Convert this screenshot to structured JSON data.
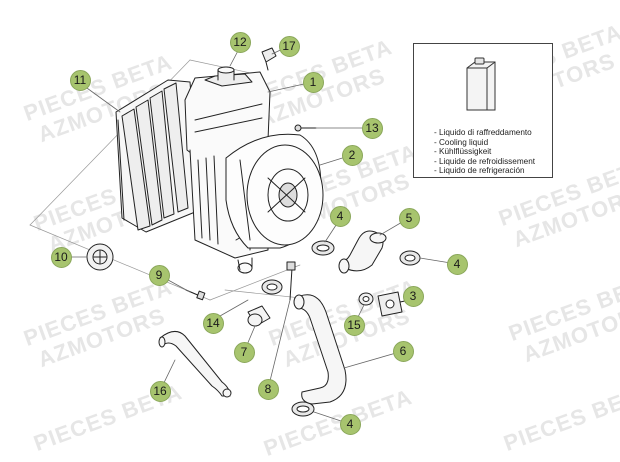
{
  "watermark": {
    "lines": [
      "PIECES BETA",
      "AZMOTORS"
    ],
    "color": "#e6e6e6"
  },
  "callout_color": "#a7c46e",
  "legend": {
    "icon": "coolant-bottle-icon",
    "lines": [
      "- Liquido di raffreddamento",
      "- Cooling liquid",
      "- Kühlflüssigkeit",
      "- Liquide de refroidissement",
      "- Liquido de refrigeración"
    ]
  },
  "callouts": [
    "1",
    "2",
    "3",
    "4",
    "4",
    "4",
    "5",
    "6",
    "7",
    "8",
    "9",
    "10",
    "11",
    "12",
    "13",
    "14",
    "15",
    "16",
    "17"
  ]
}
